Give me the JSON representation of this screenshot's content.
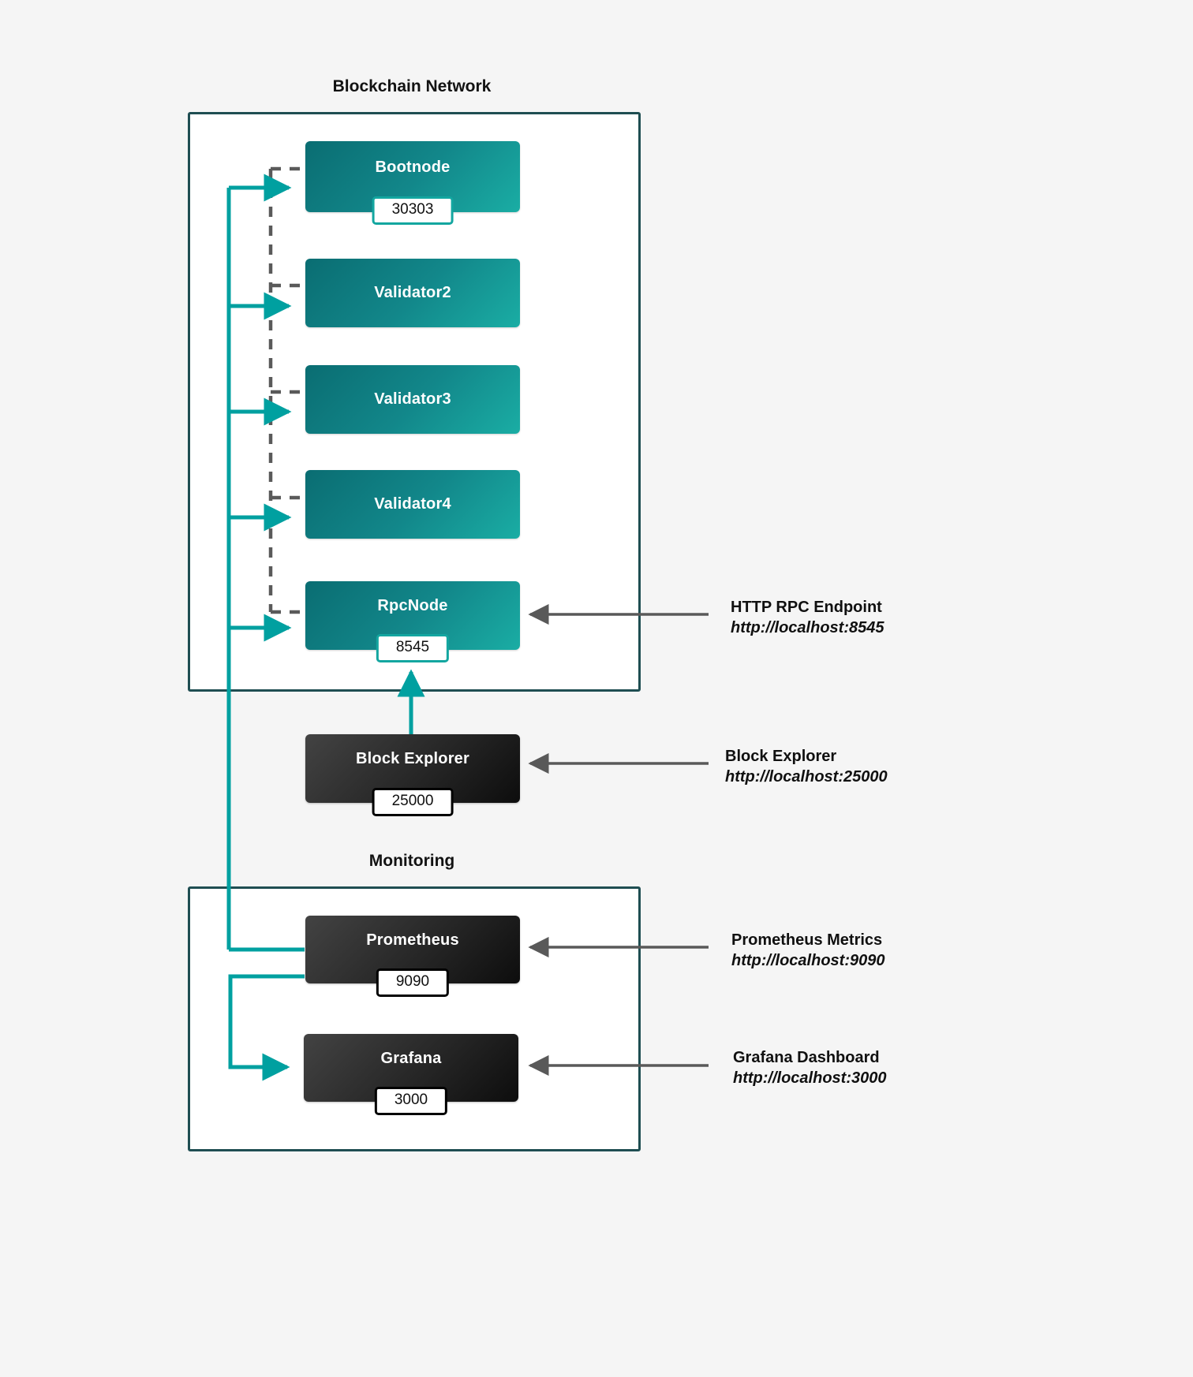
{
  "diagram": {
    "title_blockchain": "Blockchain Network",
    "title_monitoring": "Monitoring"
  },
  "nodes": {
    "bootnode": {
      "label": "Bootnode",
      "port": "30303"
    },
    "validator2": {
      "label": "Validator2",
      "port": ""
    },
    "validator3": {
      "label": "Validator3",
      "port": ""
    },
    "validator4": {
      "label": "Validator4",
      "port": ""
    },
    "rpcnode": {
      "label": "RpcNode",
      "port": "8545"
    },
    "block_explorer": {
      "label": "Block Explorer",
      "port": "25000"
    },
    "prometheus": {
      "label": "Prometheus",
      "port": "9090"
    },
    "grafana": {
      "label": "Grafana",
      "port": "3000"
    }
  },
  "annotations": [
    {
      "title": "HTTP RPC Endpoint",
      "url": "http://localhost:8545"
    },
    {
      "title": "Block Explorer",
      "url": "http://localhost:25000"
    },
    {
      "title": "Prometheus Metrics",
      "url": "http://localhost:9090"
    },
    {
      "title": "Grafana Dashboard",
      "url": "http://localhost:3000"
    }
  ],
  "colors": {
    "background": "#f5f5f5",
    "container_border": "#1f4e52",
    "teal_node_from": "#0a6d72",
    "teal_node_to": "#1aada4",
    "dark_node_from": "#434343",
    "dark_node_to": "#0d0d0d",
    "connector_teal": "#00a0a0",
    "connector_dashed": "#5a5a5a",
    "annotation_arrow": "#595959"
  }
}
